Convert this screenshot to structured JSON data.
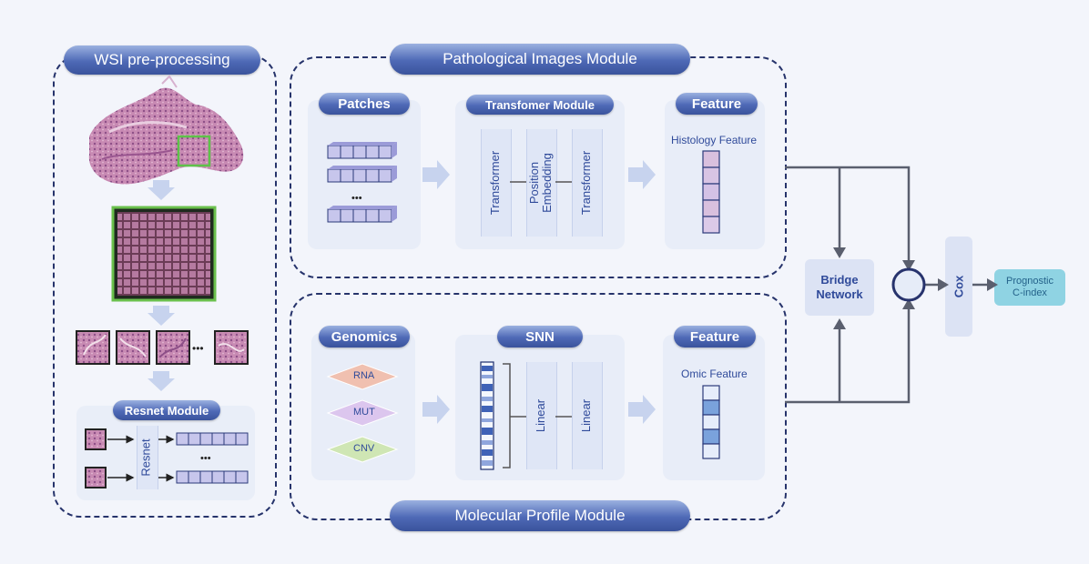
{
  "wsi": {
    "title": "WSI pre-processing",
    "ellipsis": "•••",
    "resnet_title": "Resnet Module",
    "resnet_label": "Resnet",
    "resnet_ellipsis": "•••"
  },
  "path_module": {
    "title": "Pathological Images Module",
    "patches": "Patches",
    "patch_ellipsis": "•••",
    "transformer_module": "Transfomer Module",
    "transformer1": "Transformer",
    "position_embedding": "Position\nEmbedding",
    "transformer2": "Transformer",
    "feature": "Feature",
    "histology_feature": "Histology Feature"
  },
  "mol_module": {
    "title": "Molecular Profile Module",
    "genomics": "Genomics",
    "rna": "RNA",
    "mut": "MUT",
    "cnv": "CNV",
    "snn": "SNN",
    "linear1": "Linear",
    "linear2": "Linear",
    "feature": "Feature",
    "omic_feature": "Omic Feature"
  },
  "bridge": {
    "label": "Bridge\nNetwork"
  },
  "cox": {
    "label": "Cox"
  },
  "prognostic": {
    "label": "Prognostic\nC-index"
  },
  "colors": {
    "dash": "#26336b",
    "pill": "#4e69b6",
    "text": "#2f4a9a",
    "feature_cell": "#d9c0de",
    "omic_cell": "#7aa2dc",
    "prognostic_bg": "#8fd3e3",
    "arrow": "#5a5f6e"
  }
}
